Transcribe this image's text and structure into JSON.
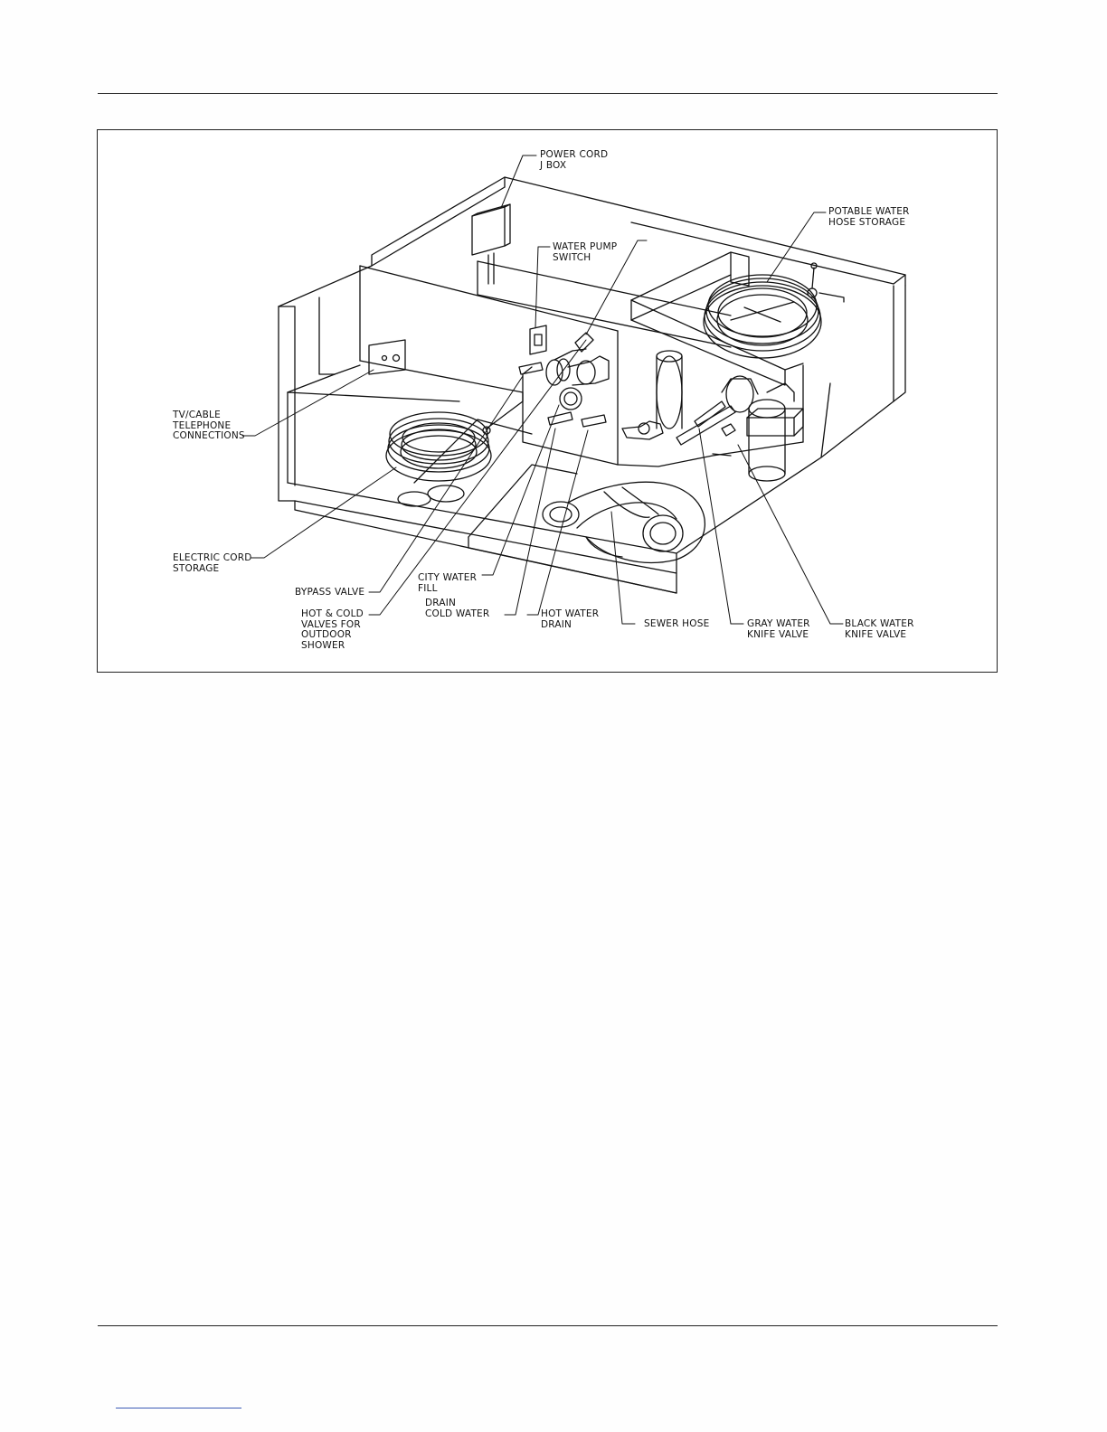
{
  "labels": {
    "power_cord_jbox": "POWER CORD\nJ BOX",
    "water_pump_switch": "WATER PUMP\nSWITCH",
    "potable_water_hose_storage": "POTABLE WATER\nHOSE STORAGE",
    "tv_cable_telephone": "TV/CABLE\nTELEPHONE\nCONNECTIONS",
    "electric_cord_storage": "ELECTRIC CORD\nSTORAGE",
    "bypass_valve": "BYPASS VALVE",
    "hot_cold_valves": "HOT & COLD\nVALVES FOR\nOUTDOOR\nSHOWER",
    "city_water_fill": "CITY WATER\nFILL",
    "drain_cold_water": "DRAIN\nCOLD WATER",
    "hot_water_drain": "HOT WATER\nDRAIN",
    "sewer_hose": "SEWER HOSE",
    "gray_water_knife_valve": "GRAY WATER\nKNIFE VALVE",
    "black_water_knife_valve": "BLACK WATER\nKNIFE VALVE"
  },
  "colors": {
    "ink": "#111111",
    "rule": "#222222",
    "link": "#3b5bb5"
  }
}
